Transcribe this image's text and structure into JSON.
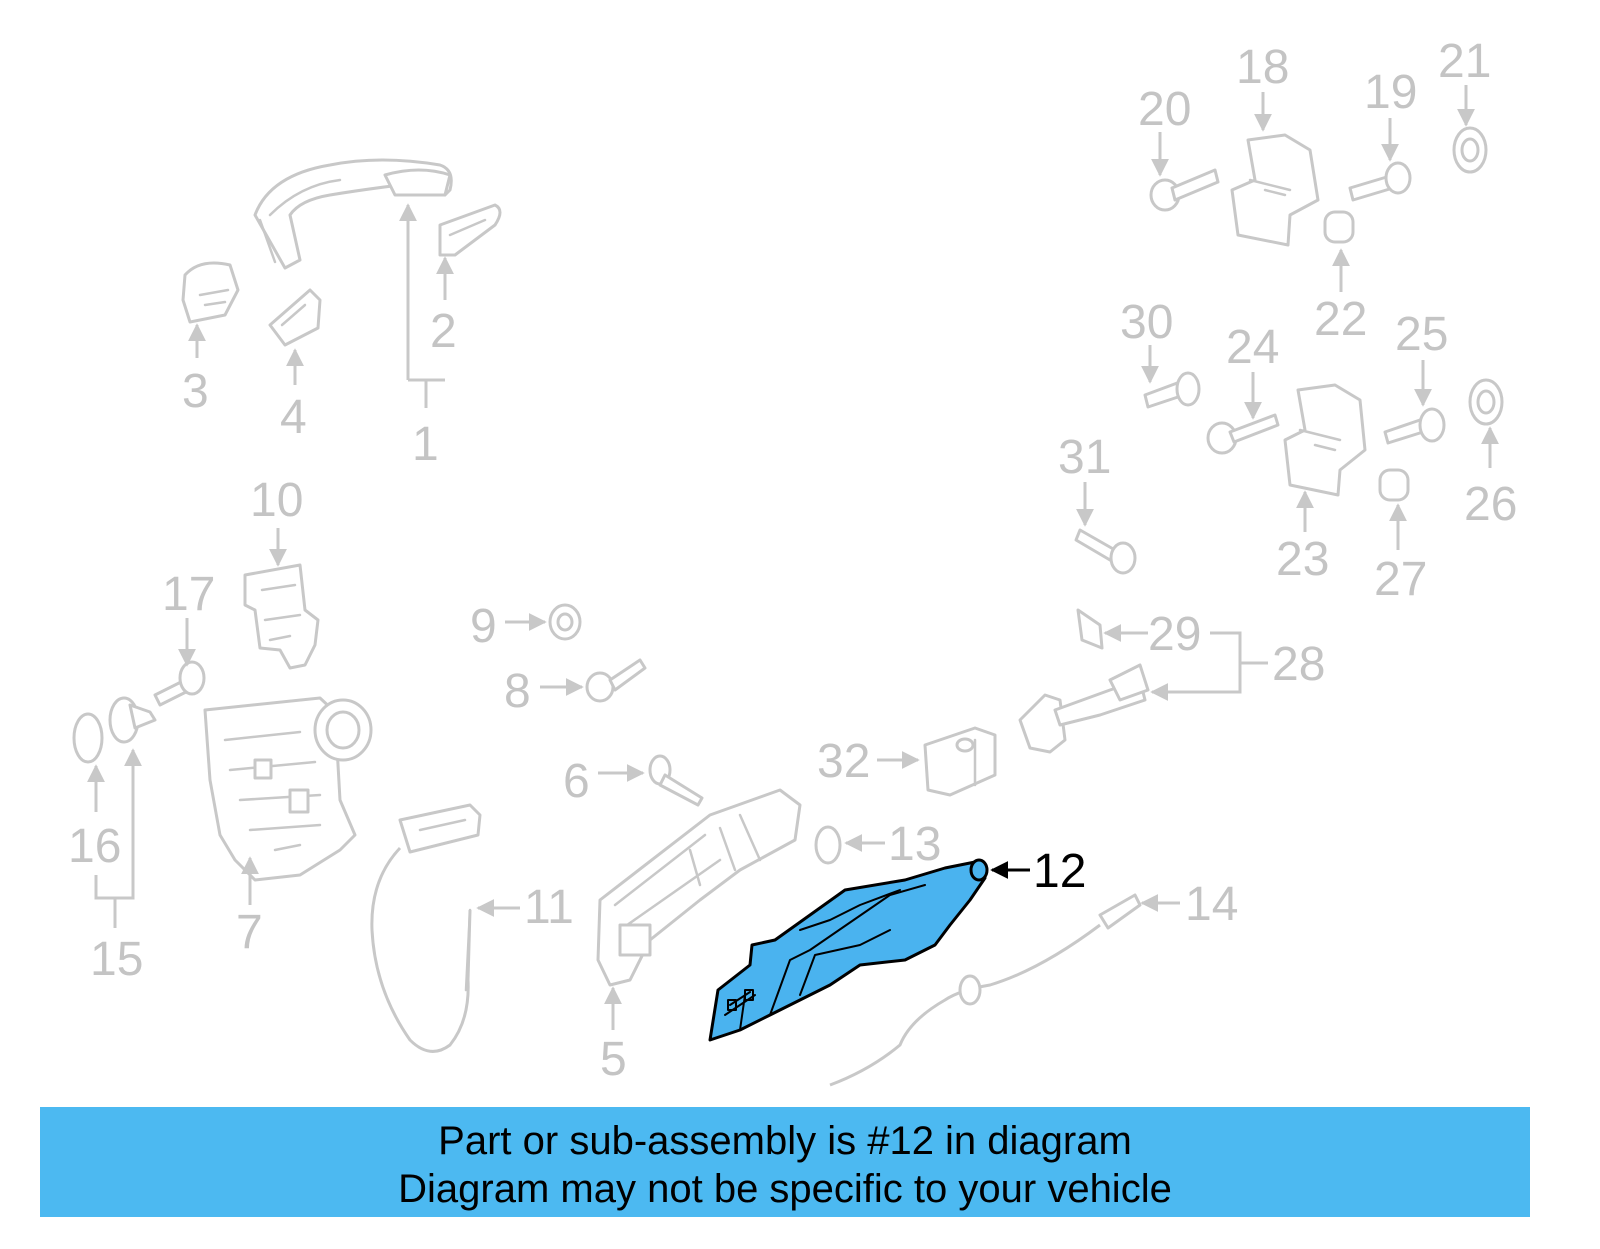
{
  "diagram": {
    "callouts": [
      "1",
      "2",
      "3",
      "4",
      "5",
      "6",
      "7",
      "8",
      "9",
      "10",
      "11",
      "12",
      "13",
      "14",
      "15",
      "16",
      "17",
      "18",
      "19",
      "20",
      "21",
      "22",
      "23",
      "24",
      "25",
      "26",
      "27",
      "28",
      "29",
      "30",
      "31",
      "32"
    ],
    "highlighted_part": "12",
    "colors": {
      "highlight": "#4ab3ef",
      "banner": "#4cb9f1",
      "inactive": "#c8c8c8"
    }
  },
  "banner": {
    "line1": "Part or sub-assembly is #12 in diagram",
    "line2": "Diagram may not be specific to your vehicle"
  }
}
